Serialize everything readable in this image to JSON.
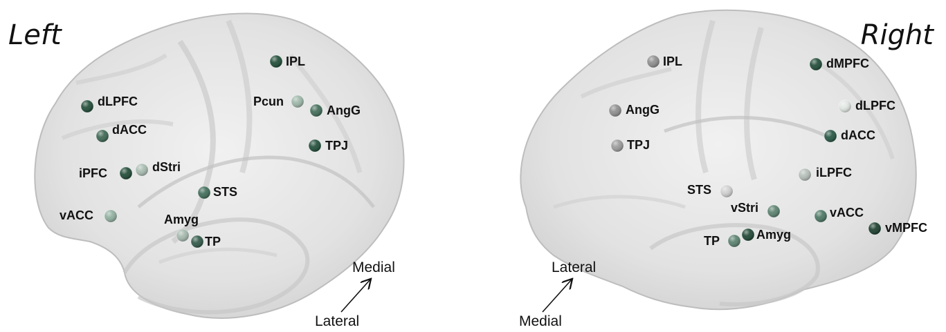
{
  "left_panel": {
    "title": "Left",
    "orientation_top": "Medial",
    "orientation_bottom": "Lateral",
    "regions": [
      {
        "label": "IPL",
        "color": "#1d4a35"
      },
      {
        "label": "Pcun",
        "color": "#9cb6a8"
      },
      {
        "label": "AngG",
        "color": "#3f6a57"
      },
      {
        "label": "TPJ",
        "color": "#1f4c38"
      },
      {
        "label": "dLPFC",
        "color": "#1f4a36"
      },
      {
        "label": "dACC",
        "color": "#3c6652"
      },
      {
        "label": "iPFC",
        "color": "#1d4834"
      },
      {
        "label": "dStri",
        "color": "#a8bcb1"
      },
      {
        "label": "STS",
        "color": "#3f6b58"
      },
      {
        "label": "vACC",
        "color": "#8fae9e"
      },
      {
        "label": "Amyg",
        "color": "#a4b8ad"
      },
      {
        "label": "TP",
        "color": "#2e5646"
      }
    ]
  },
  "right_panel": {
    "title": "Right",
    "orientation_top": "Lateral",
    "orientation_bottom": "Medial",
    "regions": [
      {
        "label": "IPL",
        "color": "#8d8d8d"
      },
      {
        "label": "dMPFC",
        "color": "#1f4a36"
      },
      {
        "label": "AngG",
        "color": "#8d8d8d"
      },
      {
        "label": "dLPFC",
        "color": "#e0e6e2"
      },
      {
        "label": "TPJ",
        "color": "#9a9a9a"
      },
      {
        "label": "dACC",
        "color": "#245441"
      },
      {
        "label": "iLPFC",
        "color": "#b4bdb8"
      },
      {
        "label": "STS",
        "color": "#cfcfcf"
      },
      {
        "label": "vStri",
        "color": "#58806d"
      },
      {
        "label": "vACC",
        "color": "#4a7562"
      },
      {
        "label": "TP",
        "color": "#58806d"
      },
      {
        "label": "Amyg",
        "color": "#1d4432"
      },
      {
        "label": "vMPFC",
        "color": "#183c2c"
      }
    ]
  }
}
